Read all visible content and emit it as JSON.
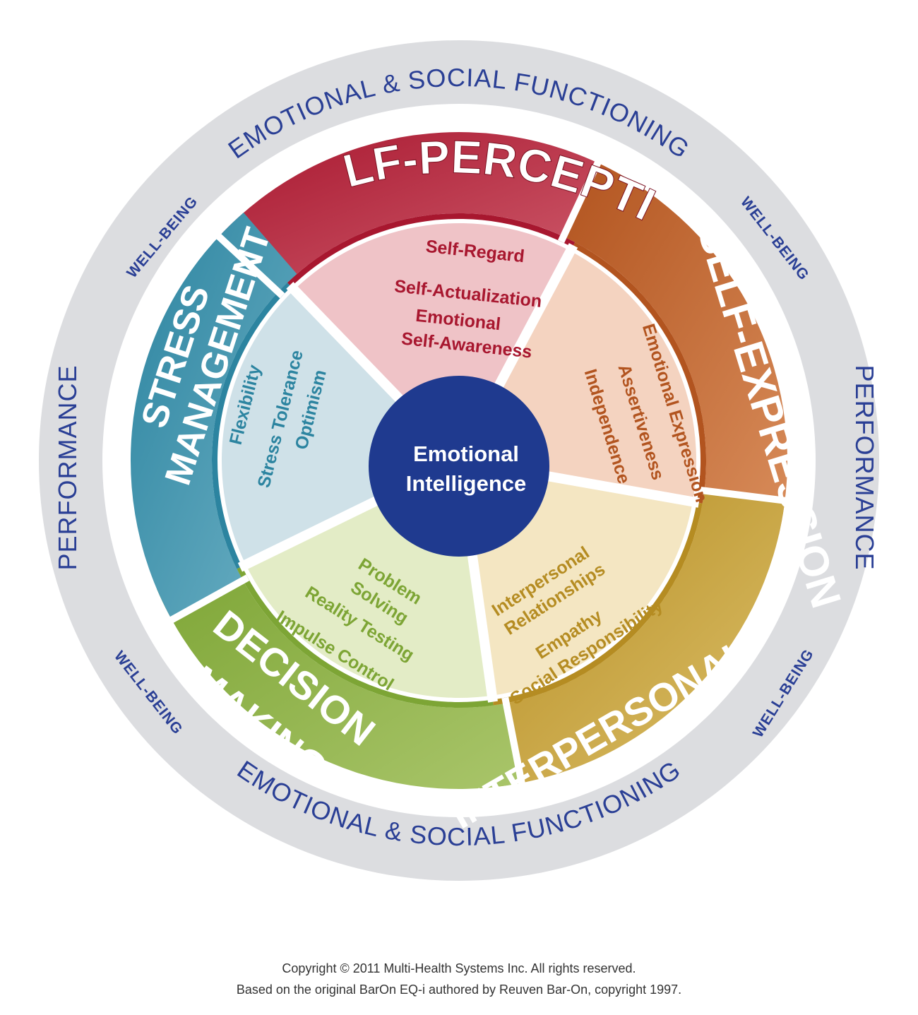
{
  "center": {
    "line1": "Emotional",
    "line2": "Intelligence",
    "color": "#1f3a8f"
  },
  "outer_ring": {
    "top": "EMOTIONAL & SOCIAL FUNCTIONING",
    "bottom": "EMOTIONAL & SOCIAL FUNCTIONING",
    "left": "PERFORMANCE",
    "right": "PERFORMANCE",
    "well_being": [
      "WELL-BEING",
      "WELL-BEING",
      "WELL-BEING",
      "WELL-BEING"
    ],
    "text_color": "#2a3f95",
    "ring_color": "#dcdde0"
  },
  "composites": [
    {
      "key": "self-perception",
      "title_lines": [
        "SELF-PERCEPTION"
      ],
      "band_color": "#a8172f",
      "band_light": "#d16070",
      "inner_color": "#efc3c7",
      "text_color": "#a8172f",
      "subscales": [
        "Self-Regard",
        "Self-Actualization",
        "Emotional",
        "Self-Awareness"
      ]
    },
    {
      "key": "self-expression",
      "title_lines": [
        "SELF-EXPRESSION"
      ],
      "band_color": "#b2541f",
      "band_light": "#d88c5a",
      "inner_color": "#f4d3c0",
      "text_color": "#b2541f",
      "subscales": [
        "Emotional Expression",
        "Assertiveness",
        "Independence"
      ]
    },
    {
      "key": "interpersonal",
      "title_lines": [
        "INTERPERSONAL"
      ],
      "band_color": "#b58c22",
      "band_light": "#dcc06a",
      "inner_color": "#f4e6c2",
      "text_color": "#b58c22",
      "subscales": [
        "Interpersonal",
        "Relationships",
        "Empathy",
        "Social Responsibility"
      ]
    },
    {
      "key": "decision-making",
      "title_lines": [
        "DECISION",
        "MAKING"
      ],
      "band_color": "#7da535",
      "band_light": "#a9c56a",
      "inner_color": "#e3ecc6",
      "text_color": "#7da535",
      "subscales": [
        "Problem",
        "Solving",
        "Reality Testing",
        "Impulse Control"
      ]
    },
    {
      "key": "stress-management",
      "title_lines": [
        "STRESS",
        "MANAGEMENT"
      ],
      "band_color": "#2c84a0",
      "band_light": "#6cb0c4",
      "inner_color": "#cfe1e8",
      "text_color": "#2c84a0",
      "subscales": [
        "Flexibility",
        "Stress Tolerance",
        "Optimism"
      ]
    }
  ],
  "footer": {
    "line1": "Copyright © 2011 Multi-Health Systems Inc. All rights reserved.",
    "line2": "Based on the original BarOn EQ-i authored by Reuven Bar-On, copyright 1997."
  }
}
